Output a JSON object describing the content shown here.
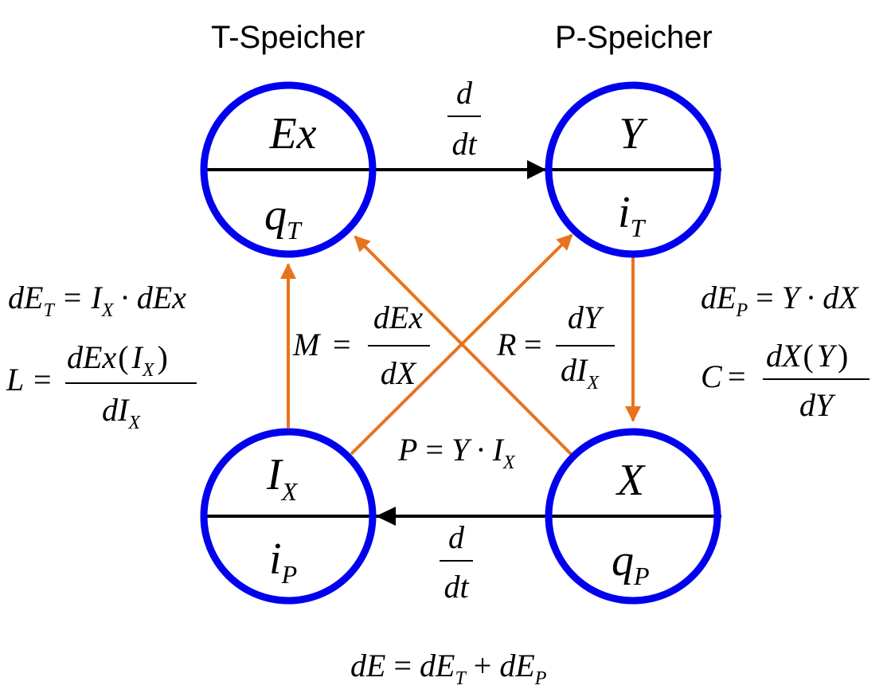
{
  "titles": {
    "left": "T-Speicher",
    "right": "P-Speicher"
  },
  "nodes": {
    "top_left": {
      "top": "Ex",
      "bottom_main": "q",
      "bottom_sub": "T"
    },
    "top_right": {
      "top": "Y",
      "bottom_main": "i",
      "bottom_sub": "T"
    },
    "bottom_left": {
      "top_main": "I",
      "top_sub": "X",
      "bottom_main": "i",
      "bottom_sub": "P"
    },
    "bottom_right": {
      "top": "X",
      "bottom_main": "q",
      "bottom_sub": "P"
    }
  },
  "derivative": {
    "num": "d",
    "den": "dt"
  },
  "equations": {
    "dET": {
      "lhs_main": "dE",
      "lhs_sub": "T",
      "eq": "=",
      "r1_main": "I",
      "r1_sub": "X",
      "dot": "·",
      "r2": "dEx"
    },
    "L": {
      "lhs": "L",
      "eq": "=",
      "num_a": "dEx",
      "num_paren_open": "(",
      "num_b_main": "I",
      "num_b_sub": "X",
      "num_paren_close": ")",
      "den_main": "dI",
      "den_sub": "X"
    },
    "M": {
      "lhs": "M",
      "eq": "=",
      "num": "dEx",
      "den": "dX"
    },
    "R": {
      "lhs": "R",
      "eq": "=",
      "num": "dY",
      "den_main": "dI",
      "den_sub": "X"
    },
    "P": {
      "lhs": "P",
      "eq": "=",
      "r1": "Y",
      "dot": "·",
      "r2_main": "I",
      "r2_sub": "X"
    },
    "dEP": {
      "lhs_main": "dE",
      "lhs_sub": "P",
      "eq": "=",
      "r1": "Y",
      "dot": "·",
      "r2": "dX"
    },
    "C": {
      "lhs": "C",
      "eq": "=",
      "num_a": "dX",
      "num_paren_open": "(",
      "num_b": "Y",
      "num_paren_close": ")",
      "den": "dY"
    },
    "dE": {
      "lhs": "dE",
      "eq": "=",
      "r1_main": "dE",
      "r1_sub": "T",
      "plus": "+",
      "r2_main": "dE",
      "r2_sub": "P"
    }
  },
  "colors": {
    "circle": "#0000ee",
    "orange_arrow": "#e8731e",
    "black_arrow": "#000000"
  }
}
